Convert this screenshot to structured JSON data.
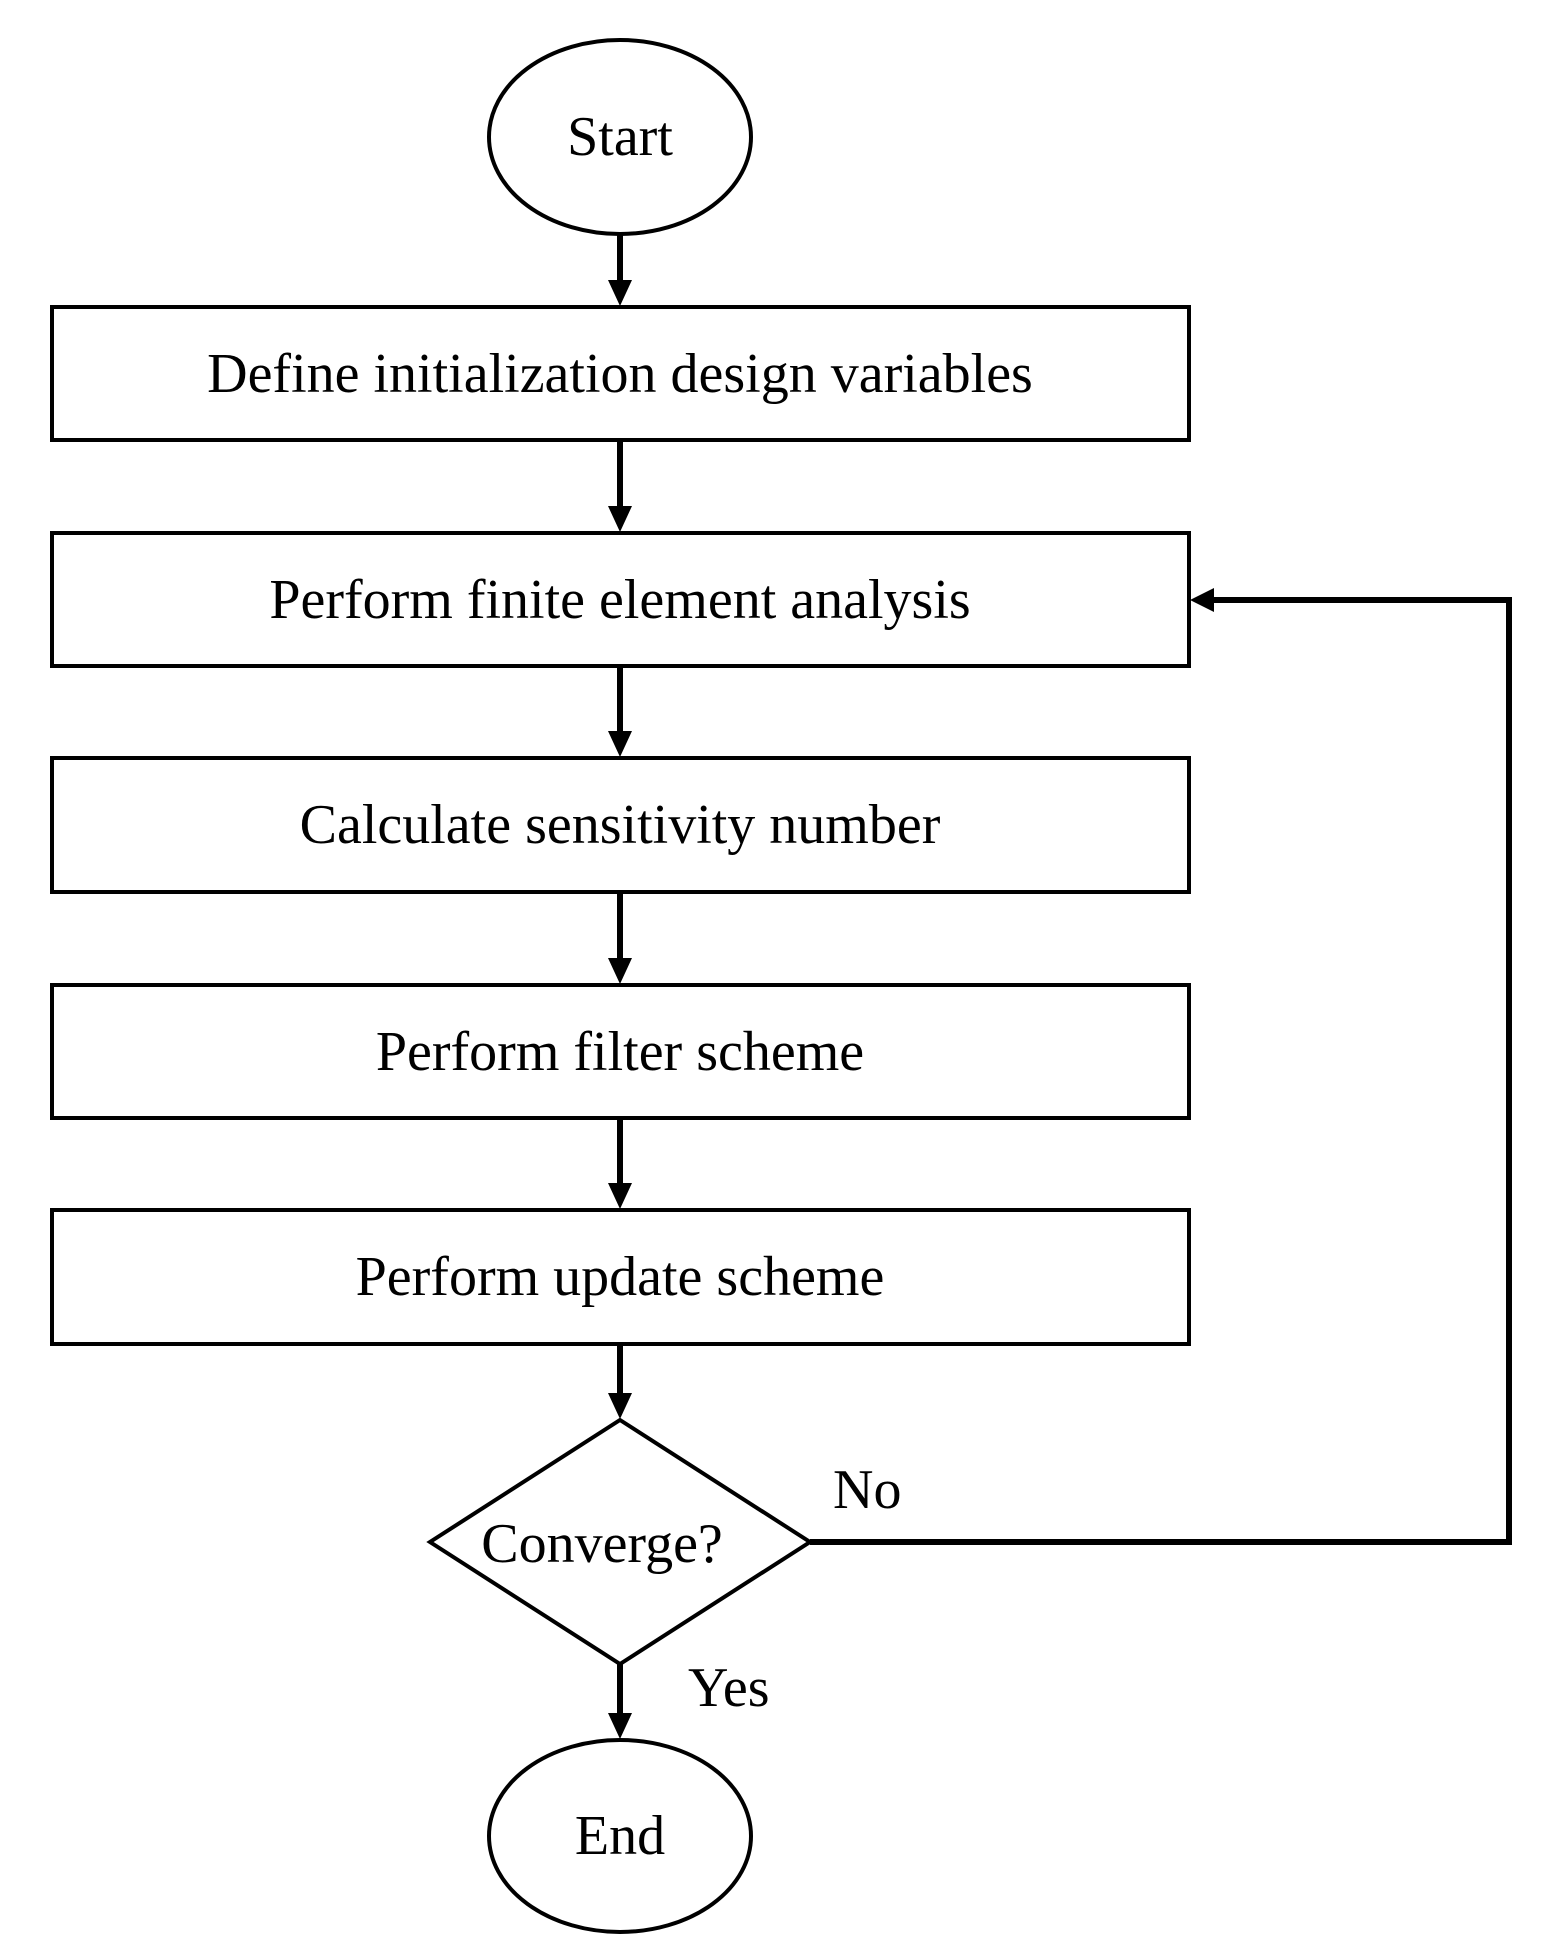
{
  "nodes": {
    "start": {
      "label": "Start",
      "shape": "ellipse"
    },
    "define_variables": {
      "label": "Define initialization design variables",
      "shape": "rectangle"
    },
    "finite_element_analysis": {
      "label": "Perform finite element analysis",
      "shape": "rectangle"
    },
    "sensitivity_number": {
      "label": "Calculate sensitivity number",
      "shape": "rectangle"
    },
    "filter_scheme": {
      "label": "Perform filter scheme",
      "shape": "rectangle"
    },
    "update_scheme": {
      "label": "Perform update scheme",
      "shape": "rectangle"
    },
    "converge": {
      "label": "Converge?",
      "shape": "diamond"
    },
    "end": {
      "label": "End",
      "shape": "ellipse"
    }
  },
  "edges": {
    "no": {
      "from": "converge",
      "to": "finite_element_analysis",
      "label": "No"
    },
    "yes": {
      "from": "converge",
      "to": "end",
      "label": "Yes"
    }
  },
  "colors": {
    "stroke": "#000000",
    "fill": "#ffffff",
    "text": "#000000"
  }
}
